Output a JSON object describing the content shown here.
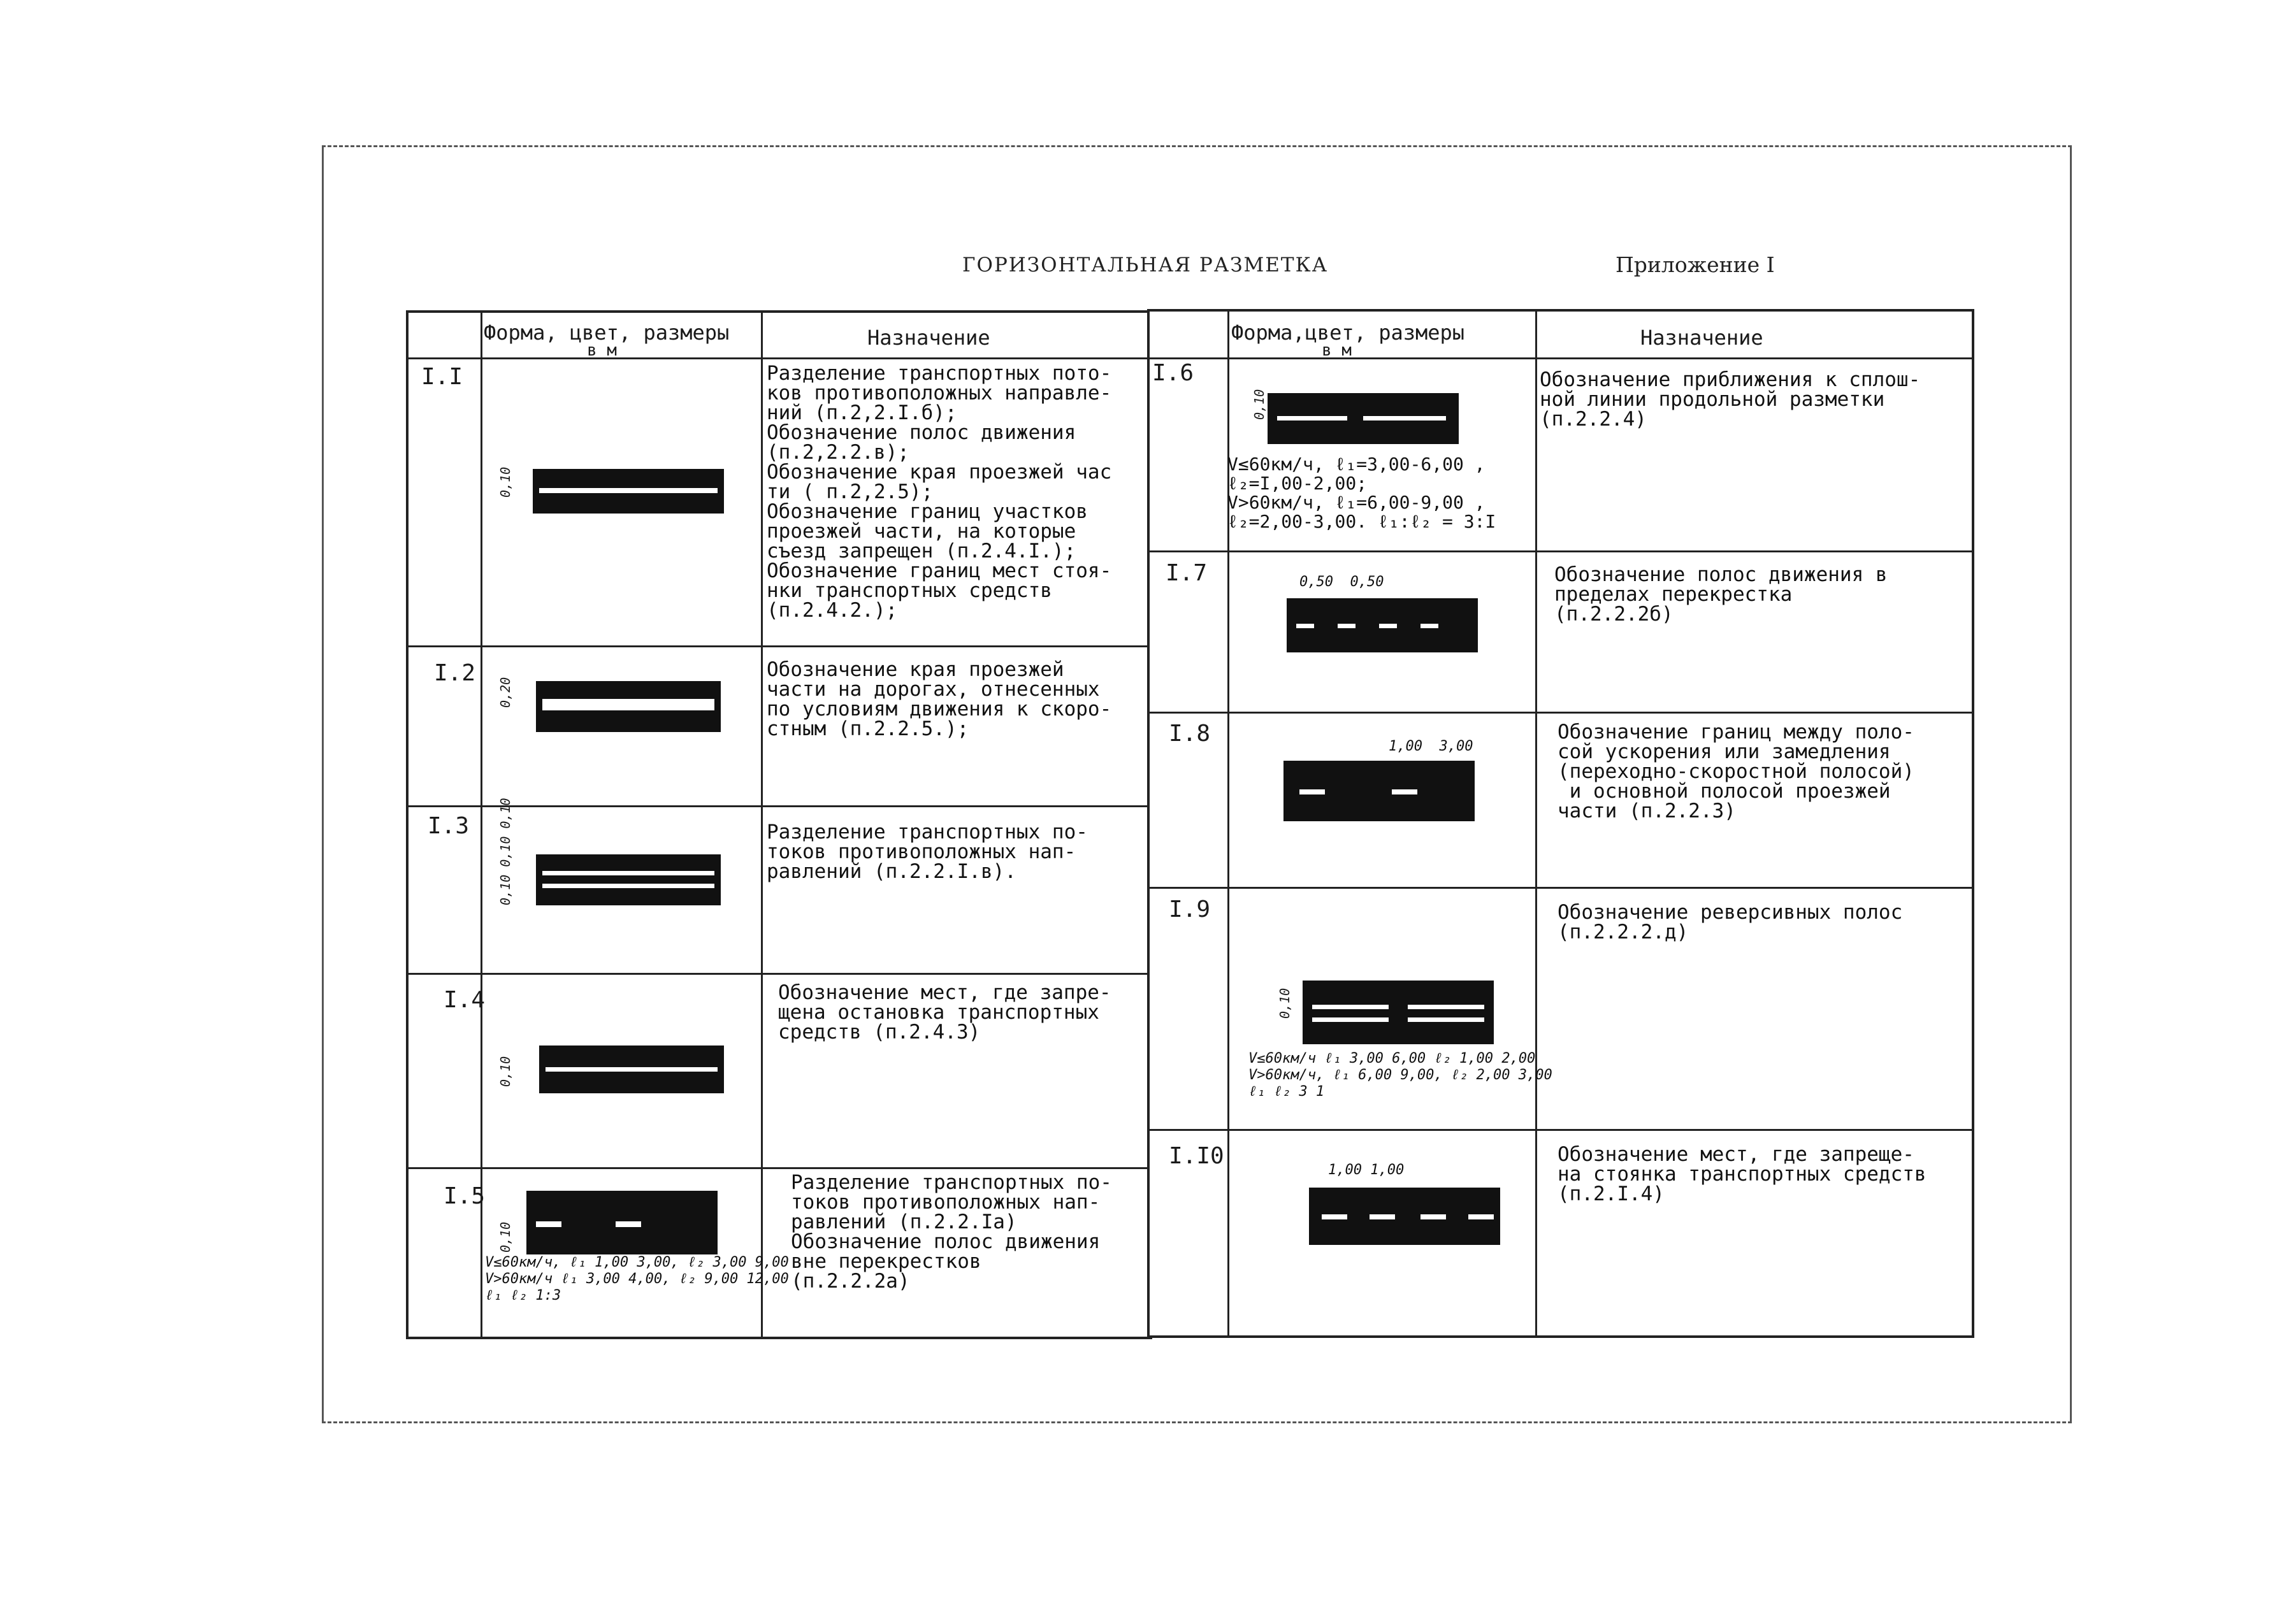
{
  "title": "ГОРИЗОНТАЛЬНАЯ РАЗМЕТКА",
  "appendix": "Приложение I",
  "headers": {
    "left_form": "Форма, цвет, размеры",
    "left_units": "в м",
    "left_purpose": "Назначение",
    "right_form": "Форма,цвет, размеры",
    "right_units": "в м",
    "right_purpose": "Назначение"
  },
  "rows_left": [
    {
      "id": "I.I",
      "dim": "0,10",
      "purpose": "Разделение транспортных пото-\nков противоположных направле-\nний (п.2,2.I.б);\nОбозначение полос движения\n(п.2,2.2.в);\nОбозначение края проезжей час\nти ( п.2,2.5);\nОбозначение границ участков\nпроезжей части, на которые\nсъезд запрещен (п.2.4.I.);\nОбозначение границ мест стоя-\nнки транспортных средств\n(п.2.4.2.);"
    },
    {
      "id": "I.2",
      "dim": "0,20",
      "purpose": "Обозначение края проезжей\nчасти на дорогах, отнесенных\nпо условиям движения к скоро-\nстным (п.2.2.5.);"
    },
    {
      "id": "I.3",
      "dim": "0,10 0,10 0,10",
      "purpose": "Разделение транспортных по-\nтоков противоположных нап-\nравлений (п.2.2.I.в)."
    },
    {
      "id": "I.4",
      "dim": "0,10",
      "purpose": "Обозначение мест, где запре-\nщена остановка транспортных\nсредств (п.2.4.3)"
    },
    {
      "id": "I.5",
      "dim": "0,10",
      "formula": "V≤60км/ч, ℓ₁ 1,00 3,00, ℓ₂ 3,00 9,00\nV>60км/ч ℓ₁ 3,00 4,00, ℓ₂ 9,00 12,00\nℓ₁ ℓ₂ 1:3",
      "purpose": "Разделение транспортных по-\nтоков противоположных нап-\nравлений (п.2.2.Iа)\nОбозначение полос движения\nвне перекрестков\n(п.2.2.2а)"
    }
  ],
  "rows_right": [
    {
      "id": "I.6",
      "dim": "0,10",
      "formula": "V≤60км/ч, ℓ₁=3,00-6,00 ,\nℓ₂=I,00-2,00;\nV>60км/ч, ℓ₁=6,00-9,00 ,\nℓ₂=2,00-3,00. ℓ₁:ℓ₂ = 3:I",
      "purpose": "Обозначение приближения к сплош-\nной линии продольной разметки\n(п.2.2.4)"
    },
    {
      "id": "I.7",
      "dim": "0,50  0,50",
      "purpose": "Обозначение полос движения в\nпределах перекрестка\n(п.2.2.2б)"
    },
    {
      "id": "I.8",
      "dim": "1,00  3,00",
      "purpose": "Обозначение границ между поло-\nсой ускорения или замедления\n(переходно-скоростной полосой)\n и основной полосой проезжей\nчасти (п.2.2.3)"
    },
    {
      "id": "I.9",
      "dim": "0,10",
      "formula": "V≤60км/ч ℓ₁ 3,00 6,00 ℓ₂ 1,00 2,00\nV>60км/ч, ℓ₁ 6,00 9,00, ℓ₂ 2,00 3,00\nℓ₁ ℓ₂ 3 1",
      "purpose": "Обозначение реверсивных полос\n(п.2.2.2.д)"
    },
    {
      "id": "I.I0",
      "dim": "1,00 1,00",
      "purpose": "Обозначение мест, где запреще-\nна стоянка транспортных средств\n(п.2.I.4)"
    }
  ]
}
